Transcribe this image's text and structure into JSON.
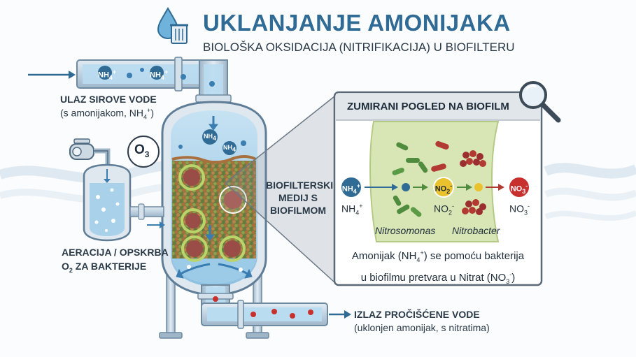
{
  "header": {
    "title": "UKLANJANJE AMONIJAKA",
    "subtitle": "BIOLOŠKA OKSIDACIJA (NITRIFIKACIJA) U BIOFILTERU"
  },
  "inlet": {
    "label": "ULAZ SIROVE VODE",
    "note_prefix": "(s amonijakom, NH",
    "note_sub": "4",
    "note_sup": "+",
    "note_suffix": ")",
    "pipe_bubble_label": "NH",
    "pipe_bubble_sub": "4",
    "pipe_bubble_sup": "+"
  },
  "aeration": {
    "o3_label": "O",
    "o3_sub": "3",
    "label_line1": "AERACIJA / OPSKRBA",
    "label_line2_prefix": "O",
    "label_line2_sub": "2",
    "label_line2_suffix": " ZA BAKTERIJE"
  },
  "media": {
    "line1": "BIOFILTERSKI",
    "line2": "MEDIJ S",
    "line3": "BIOFILMOM"
  },
  "outlet": {
    "label": "IZLAZ PROČIŠĆENE VODE",
    "note": "(uklonjen amonijak, s nitratima)"
  },
  "zoom": {
    "title": "ZUMIRANI POGLED NA BIOFILM",
    "nh4_main": "NH",
    "nh4_sub": "4",
    "nh4_sup": "+",
    "no2_main": "NO",
    "no2_sub": "2",
    "no2_sup": "-",
    "no3_main": "NO",
    "no3_sub": "3",
    "no3_sup": "-",
    "bacteria1": "Nitrosomonas",
    "bacteria2": "Nitrobacter",
    "caption_line1_prefix": "Amonijak (NH",
    "caption_line1_sub": "4",
    "caption_line1_sup": "+",
    "caption_line1_suffix": ") se pomoću bakterija",
    "caption_line2_prefix": "u biofilmu pretvara u Nitrat (NO",
    "caption_line2_sub": "3",
    "caption_line2_sup": "-",
    "caption_line2_suffix": ")"
  },
  "colors": {
    "accent": "#2f6b95",
    "water": "#a9d1ea",
    "pipe": "#cfdbe6",
    "biofilm": "#d7e6b4",
    "nitrate": "#c8302e",
    "nitrite": "#e9c22e"
  },
  "icons": [
    "water-drop-bin-icon",
    "magnifier-icon",
    "air-compressor-icon"
  ]
}
